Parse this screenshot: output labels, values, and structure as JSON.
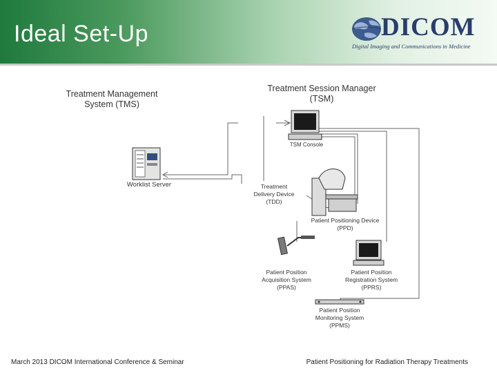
{
  "slide": {
    "title": "Ideal Set-Up"
  },
  "logo": {
    "word": "DICOM",
    "tagline": "Digital Imaging and Communications in Medicine"
  },
  "diagram": {
    "tms_label": [
      "Treatment Management",
      "System (TMS)"
    ],
    "tsm_label": [
      "Treatment Session Manager",
      "(TSM)"
    ],
    "tsm_console": "TSM Console",
    "worklist_server": "Worklist Server",
    "tdd_label": [
      "Treatment",
      "Delivery Device",
      "(TDD)"
    ],
    "ppd_label": [
      "Patient Positioning Device",
      "(PPD)"
    ],
    "ppas_label": [
      "Patient Position",
      "Acquisition System",
      "(PPAS)"
    ],
    "pprs_label": [
      "Patient Position",
      "Registration System",
      "(PPRS)"
    ],
    "ppms_label": [
      "Patient Position",
      "Monitoring System",
      "(PPMS)"
    ]
  },
  "footer": {
    "left": "March 2013 DICOM International Conference & Seminar",
    "right": "Patient Positioning for Radiation Therapy Treatments"
  }
}
